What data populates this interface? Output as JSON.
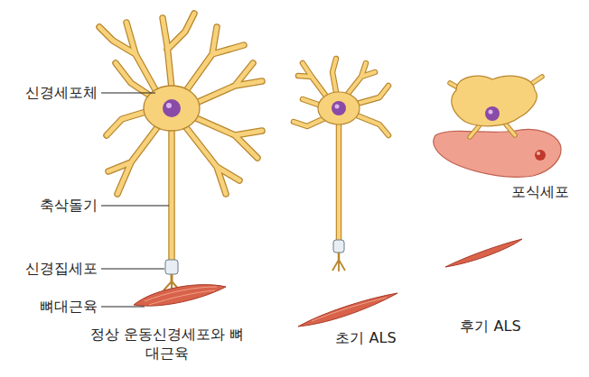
{
  "diagram": {
    "labels": [
      "신경세포체",
      "축삭돌기",
      "신경집세포",
      "뼈대근육",
      "정상 운동신경세포와 뼈대근육",
      "초기 ALS",
      "포식세포",
      "후기 ALS"
    ]
  }
}
